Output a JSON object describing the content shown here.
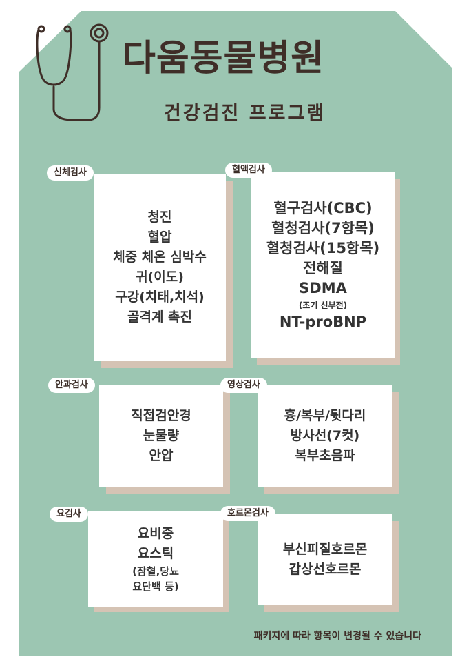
{
  "poster": {
    "title": "다움동물병원",
    "subtitle": "건강검진 프로그램",
    "colors": {
      "background": "#9cc6b2",
      "card": "#ffffff",
      "shadow": "#d5c3b4",
      "text": "#3f2e28"
    }
  },
  "sections": {
    "body": {
      "tag": "신체검사",
      "items": [
        "청진",
        "혈압",
        "체중 체온 심박수",
        "귀(이도)",
        "구강(치태,치석)",
        "골격계 촉진"
      ]
    },
    "blood": {
      "tag": "혈액검사",
      "items": [
        "혈구검사(CBC)",
        "혈청검사(7항목)",
        "혈청검사(15항목)",
        "전해질",
        "SDMA",
        "(조기 신부전)",
        "NT-proBNP"
      ]
    },
    "eye": {
      "tag": "안과검사",
      "items": [
        "직접검안경",
        "눈물량",
        "안압"
      ]
    },
    "imaging": {
      "tag": "영상검사",
      "items": [
        "흉/복부/뒷다리",
        "방사선(7컷)",
        "복부초음파"
      ]
    },
    "urine": {
      "tag": "요검사",
      "items": [
        "요비중",
        "요스틱",
        "(잠혈,당뇨",
        "요단백 등)"
      ]
    },
    "hormone": {
      "tag": "호르몬검사",
      "items": [
        "부신피질호르몬",
        "갑상선호르몬"
      ]
    }
  },
  "notice": "패키지에 따라 항목이 변경될 수 있습니다",
  "icons": {
    "stethoscope": "stethoscope-icon"
  }
}
